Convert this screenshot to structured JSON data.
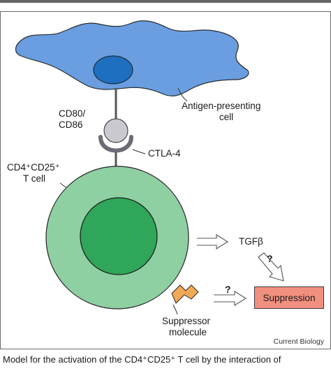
{
  "labels": {
    "apc": [
      "Antigen-presenting",
      "cell"
    ],
    "cd80": [
      "CD80/",
      "CD86"
    ],
    "ctla4": "CTLA-4",
    "tcell": [
      "CD4⁺CD25⁺",
      "T cell"
    ],
    "tgfb": "TGFβ",
    "suppression": "Suppression",
    "suppressor": [
      "Suppressor",
      "molecule"
    ],
    "question": "?"
  },
  "credit": "Current Biology",
  "caption": "Model for the activation of the CD4⁺CD25⁺ T cell by the interaction of",
  "colors": {
    "apc_fill": "#6a9ee0",
    "apc_nucleus": "#1e6fc0",
    "tcell_outer": "#8fd0a3",
    "tcell_inner": "#2fa659",
    "cd80": "#c9c9cf",
    "receptor": "#8a8a94",
    "suppressor": "#f0a955",
    "suppression_box": "#f2907f",
    "panel_border": "#6b6b6b"
  }
}
